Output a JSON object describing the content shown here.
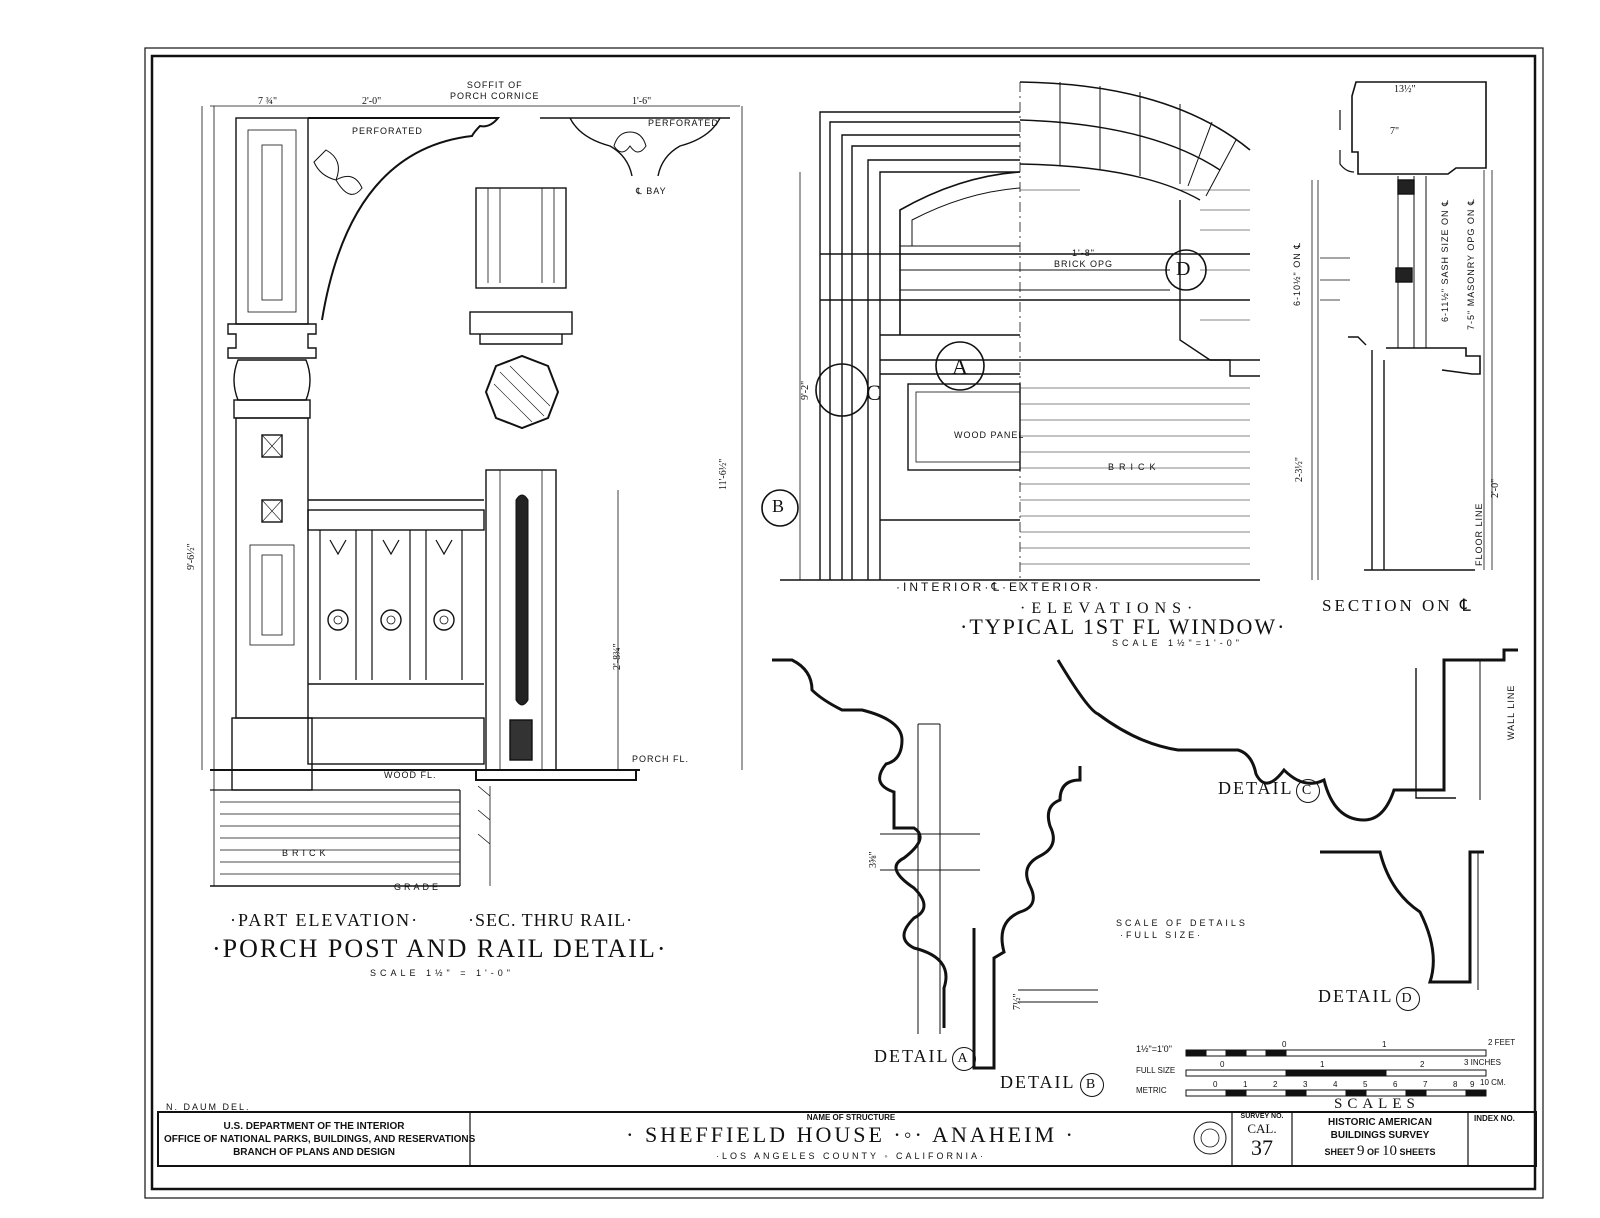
{
  "porch": {
    "soffit_label": "SOFFIT OF\nPORCH CORNICE",
    "perforated_1": "PERFORATED",
    "perforated_2": "PERFORATED",
    "bay": "℄ BAY",
    "dim_top_1": "7 ¾\"",
    "dim_top_2": "2'-0\"",
    "dim_top_3": "1'-6\"",
    "dim_total_height": "11'-6½\"",
    "dim_height_2": "9'-6½\"",
    "dim_rail": "2'-8¾\"",
    "wood_fl": "WOOD FL.",
    "porch_fl": "PORCH FL.",
    "brick": "BRICK",
    "grade": "GRADE",
    "caption_left": "·PART ELEVATION·",
    "caption_right": "·SEC. THRU RAIL·",
    "title": "·PORCH POST AND RAIL DETAIL·",
    "scale": "SCALE 1½\" = 1'-0\""
  },
  "window": {
    "brick_opg": "1'-8\"\nBRICK OPG",
    "wood_panel": "WOOD PANEL",
    "brick": "BRICK",
    "dim_height": "9'-2\"",
    "interior_exterior": "·INTERIOR·℄·EXTERIOR·",
    "elevations": "·ELEVATIONS·",
    "title": "·TYPICAL 1ST FL WINDOW·",
    "scale": "SCALE 1½\"=1'-0\"",
    "circle_a": "A",
    "circle_b": "B",
    "circle_c": "C",
    "circle_d": "D"
  },
  "section": {
    "dim_top": "13½\"",
    "dim_7": "7\"",
    "sash_size": "6-11½\" SASH SIZE ON ℄",
    "masonry": "7-5\" MASONRY OPG ON ℄",
    "opg_on_c": "6-10½\" ON ℄",
    "dim_23": "2-3½\"",
    "floor_line": "FLOOR LINE",
    "dim_2_0": "2'-0\"",
    "title": "SECTION ON ℄"
  },
  "details": {
    "detail_a": "DETAIL",
    "detail_a_letter": "A",
    "detail_b": "DETAIL",
    "detail_b_letter": "B",
    "detail_c": "DETAIL",
    "detail_c_letter": "C",
    "detail_d": "DETAIL",
    "detail_d_letter": "D",
    "wall_line": "WALL LINE",
    "scale_of_details": "SCALE OF DETAILS",
    "full_size": "·FULL SIZE·",
    "dim_a": "3⅝\"",
    "dim_b": "7½\""
  },
  "scales": {
    "row1_label": "1½\"=1'0\"",
    "row1_unit": "2 FEET",
    "row1_ticks": [
      "0",
      "1"
    ],
    "row2_label": "FULL SIZE",
    "row2_unit": "3 INCHES",
    "row2_ticks": [
      "0",
      "1",
      "2"
    ],
    "row3_label": "METRIC",
    "row3_unit": "10 CM.",
    "row3_ticks": [
      "0",
      "1",
      "2",
      "3",
      "4",
      "5",
      "6",
      "7",
      "8",
      "9"
    ],
    "title": "SCALES"
  },
  "delineator": "N. DAUM DEL.",
  "title_block": {
    "agency_line1": "U.S. DEPARTMENT OF THE INTERIOR",
    "agency_line2": "OFFICE OF NATIONAL PARKS, BUILDINGS, AND RESERVATIONS",
    "agency_line3": "BRANCH OF PLANS AND DESIGN",
    "name_label": "NAME OF STRUCTURE",
    "structure_name": "· SHEFFIELD HOUSE ·◦· ANAHEIM ·",
    "location": "·LOS ANGELES COUNTY ◦ CALIFORNIA·",
    "survey_label": "SURVEY NO.",
    "survey_state": "CAL.",
    "survey_number": "37",
    "habs_line1": "HISTORIC AMERICAN",
    "habs_line2": "BUILDINGS SURVEY",
    "sheet_prefix": "SHEET",
    "sheet_number": "9",
    "sheet_of": "OF",
    "sheet_total": "10",
    "sheet_suffix": "SHEETS",
    "index_label": "INDEX NO."
  }
}
